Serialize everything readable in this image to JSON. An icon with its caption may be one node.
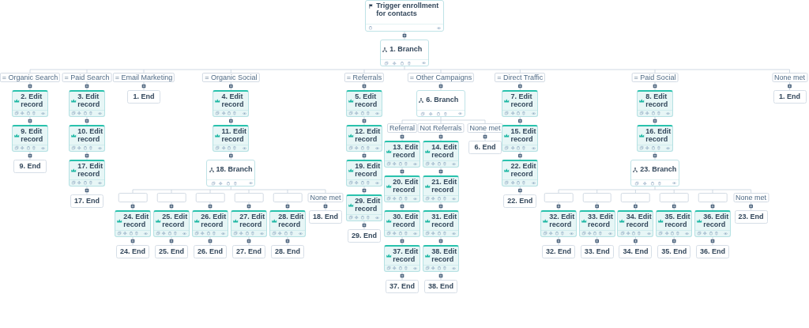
{
  "diagram": {
    "nodes": [
      {
        "text": [
          "Trigger enrollment for contacts"
        ]
      },
      {
        "text": [
          "1. Branch"
        ]
      },
      {
        "text": [
          "= Organic Search"
        ]
      },
      {
        "text": [
          "= Paid Search"
        ]
      },
      {
        "text": [
          "= Email Marketing"
        ]
      },
      {
        "text": [
          "= Organic Social"
        ]
      },
      {
        "text": [
          "= Referrals"
        ]
      },
      {
        "text": [
          "= Other Campaigns"
        ]
      },
      {
        "text": [
          "= Direct Traffic"
        ]
      },
      {
        "text": [
          "= Paid Social"
        ]
      },
      {
        "text": [
          "None met"
        ]
      },
      {
        "text": [
          "2. Edit record"
        ]
      },
      {
        "text": [
          "3. Edit record"
        ]
      },
      {
        "text": [
          "1. End"
        ]
      },
      {
        "text": [
          "4. Edit record"
        ]
      },
      {
        "text": [
          "5. Edit record"
        ]
      },
      {
        "text": [
          "6. Branch"
        ]
      },
      {
        "text": [
          "7. Edit record"
        ]
      },
      {
        "text": [
          "8. Edit record"
        ]
      },
      {
        "text": [
          "1. End"
        ]
      },
      {
        "text": [
          "Referral"
        ]
      },
      {
        "text": [
          "Not Referrals"
        ]
      },
      {
        "text": [
          "None met"
        ]
      },
      {
        "text": [
          "9. Edit record"
        ]
      },
      {
        "text": [
          "10. Edit record"
        ]
      },
      {
        "text": [
          "11. Edit record"
        ]
      },
      {
        "text": [
          "12. Edit record"
        ]
      },
      {
        "text": [
          "15. Edit record"
        ]
      },
      {
        "text": [
          "16. Edit record"
        ]
      },
      {
        "text": [
          "13. Edit record"
        ]
      },
      {
        "text": [
          "14. Edit record"
        ]
      },
      {
        "text": [
          "6. End"
        ]
      },
      {
        "text": [
          "9. End"
        ]
      },
      {
        "text": [
          "17. Edit record"
        ]
      },
      {
        "text": [
          "18. Branch"
        ]
      },
      {
        "text": [
          "19. Edit record"
        ]
      },
      {
        "text": [
          "22. Edit record"
        ]
      },
      {
        "text": [
          "23. Branch"
        ]
      },
      {
        "text": [
          "20. Edit record"
        ]
      },
      {
        "text": [
          "21. Edit record"
        ]
      },
      {
        "text": [],
        "shape": "box"
      },
      {
        "text": [],
        "shape": "box"
      },
      {
        "text": [],
        "shape": "box"
      },
      {
        "text": [],
        "shape": "box"
      },
      {
        "text": [],
        "shape": "box"
      },
      {
        "text": [
          "None met"
        ]
      },
      {
        "text": [],
        "shape": "box"
      },
      {
        "text": [],
        "shape": "box"
      },
      {
        "text": [],
        "shape": "box"
      },
      {
        "text": [],
        "shape": "box"
      },
      {
        "text": [],
        "shape": "box"
      },
      {
        "text": [
          "None met"
        ]
      },
      {
        "text": [
          "17. End"
        ]
      },
      {
        "text": [
          "29. Edit record"
        ]
      },
      {
        "text": [
          "22. End"
        ]
      },
      {
        "text": [
          "24. Edit record"
        ]
      },
      {
        "text": [
          "25. Edit record"
        ]
      },
      {
        "text": [
          "26. Edit record"
        ]
      },
      {
        "text": [
          "27. Edit record"
        ]
      },
      {
        "text": [
          "28. Edit record"
        ]
      },
      {
        "text": [
          "18. End"
        ]
      },
      {
        "text": [
          "30. Edit record"
        ]
      },
      {
        "text": [
          "31. Edit record"
        ]
      },
      {
        "text": [
          "32. Edit record"
        ]
      },
      {
        "text": [
          "33. Edit record"
        ]
      },
      {
        "text": [
          "34. Edit record"
        ]
      },
      {
        "text": [
          "35. Edit record"
        ]
      },
      {
        "text": [
          "36. Edit record"
        ]
      },
      {
        "text": [
          "23. End"
        ]
      },
      {
        "text": [
          "29. End"
        ]
      },
      {
        "text": [
          "24. End"
        ]
      },
      {
        "text": [
          "25. End"
        ]
      },
      {
        "text": [
          "26. End"
        ]
      },
      {
        "text": [
          "27. End"
        ]
      },
      {
        "text": [
          "28. End"
        ]
      },
      {
        "text": [
          "37. Edit record"
        ]
      },
      {
        "text": [
          "38. Edit record"
        ]
      },
      {
        "text": [
          "32. End"
        ]
      },
      {
        "text": [
          "33. End"
        ]
      },
      {
        "text": [
          "34. End"
        ]
      },
      {
        "text": [
          "35. End"
        ]
      },
      {
        "text": [
          "36. End"
        ]
      },
      {
        "text": [
          "37. End"
        ]
      },
      {
        "text": [
          "38. End"
        ]
      }
    ],
    "edges": [
      {
        "from": 0,
        "to": 1,
        "arrow": "none"
      },
      {
        "from": 1,
        "to": 2,
        "arrow": "none"
      },
      {
        "from": 1,
        "to": 3,
        "arrow": "none"
      },
      {
        "from": 1,
        "to": 4,
        "arrow": "none"
      },
      {
        "from": 1,
        "to": 5,
        "arrow": "none"
      },
      {
        "from": 1,
        "to": 6,
        "arrow": "none"
      },
      {
        "from": 1,
        "to": 7,
        "arrow": "none"
      },
      {
        "from": 1,
        "to": 8,
        "arrow": "none"
      },
      {
        "from": 1,
        "to": 9,
        "arrow": "none"
      },
      {
        "from": 1,
        "to": 10,
        "arrow": "none"
      },
      {
        "from": 2,
        "to": 11,
        "arrow": "none"
      },
      {
        "from": 3,
        "to": 12,
        "arrow": "none"
      },
      {
        "from": 4,
        "to": 13,
        "arrow": "none"
      },
      {
        "from": 5,
        "to": 14,
        "arrow": "none"
      },
      {
        "from": 6,
        "to": 15,
        "arrow": "none"
      },
      {
        "from": 7,
        "to": 16,
        "arrow": "none"
      },
      {
        "from": 8,
        "to": 17,
        "arrow": "none"
      },
      {
        "from": 9,
        "to": 18,
        "arrow": "none"
      },
      {
        "from": 10,
        "to": 19,
        "arrow": "none"
      },
      {
        "from": 16,
        "to": 20,
        "arrow": "none"
      },
      {
        "from": 16,
        "to": 21,
        "arrow": "none"
      },
      {
        "from": 16,
        "to": 22,
        "arrow": "none"
      },
      {
        "from": 11,
        "to": 23,
        "arrow": "none"
      },
      {
        "from": 12,
        "to": 24,
        "arrow": "none"
      },
      {
        "from": 14,
        "to": 25,
        "arrow": "none"
      },
      {
        "from": 15,
        "to": 26,
        "arrow": "none"
      },
      {
        "from": 17,
        "to": 27,
        "arrow": "none"
      },
      {
        "from": 18,
        "to": 28,
        "arrow": "none"
      },
      {
        "from": 20,
        "to": 29,
        "arrow": "none"
      },
      {
        "from": 21,
        "to": 30,
        "arrow": "none"
      },
      {
        "from": 22,
        "to": 31,
        "arrow": "none"
      },
      {
        "from": 23,
        "to": 32,
        "arrow": "none"
      },
      {
        "from": 24,
        "to": 33,
        "arrow": "none"
      },
      {
        "from": 25,
        "to": 34,
        "arrow": "none"
      },
      {
        "from": 26,
        "to": 35,
        "arrow": "none"
      },
      {
        "from": 27,
        "to": 36,
        "arrow": "none"
      },
      {
        "from": 28,
        "to": 37,
        "arrow": "none"
      },
      {
        "from": 29,
        "to": 38,
        "arrow": "none"
      },
      {
        "from": 30,
        "to": 39,
        "arrow": "none"
      },
      {
        "from": 34,
        "to": 40,
        "arrow": "none"
      },
      {
        "from": 34,
        "to": 41,
        "arrow": "none"
      },
      {
        "from": 34,
        "to": 42,
        "arrow": "none"
      },
      {
        "from": 34,
        "to": 43,
        "arrow": "none"
      },
      {
        "from": 34,
        "to": 44,
        "arrow": "none"
      },
      {
        "from": 34,
        "to": 45,
        "arrow": "none"
      },
      {
        "from": 37,
        "to": 46,
        "arrow": "none"
      },
      {
        "from": 37,
        "to": 47,
        "arrow": "none"
      },
      {
        "from": 37,
        "to": 48,
        "arrow": "none"
      },
      {
        "from": 37,
        "to": 49,
        "arrow": "none"
      },
      {
        "from": 37,
        "to": 50,
        "arrow": "none"
      },
      {
        "from": 37,
        "to": 51,
        "arrow": "none"
      },
      {
        "from": 33,
        "to": 52,
        "arrow": "none"
      },
      {
        "from": 35,
        "to": 53,
        "arrow": "none"
      },
      {
        "from": 36,
        "to": 54,
        "arrow": "none"
      },
      {
        "from": 40,
        "to": 55,
        "arrow": "none"
      },
      {
        "from": 41,
        "to": 56,
        "arrow": "none"
      },
      {
        "from": 42,
        "to": 57,
        "arrow": "none"
      },
      {
        "from": 43,
        "to": 58,
        "arrow": "none"
      },
      {
        "from": 44,
        "to": 59,
        "arrow": "none"
      },
      {
        "from": 45,
        "to": 60,
        "arrow": "none"
      },
      {
        "from": 38,
        "to": 61,
        "arrow": "none"
      },
      {
        "from": 39,
        "to": 62,
        "arrow": "none"
      },
      {
        "from": 46,
        "to": 63,
        "arrow": "none"
      },
      {
        "from": 47,
        "to": 64,
        "arrow": "none"
      },
      {
        "from": 48,
        "to": 65,
        "arrow": "none"
      },
      {
        "from": 49,
        "to": 66,
        "arrow": "none"
      },
      {
        "from": 50,
        "to": 67,
        "arrow": "none"
      },
      {
        "from": 51,
        "to": 68,
        "arrow": "none"
      },
      {
        "from": 53,
        "to": 69,
        "arrow": "none"
      },
      {
        "from": 55,
        "to": 70,
        "arrow": "none"
      },
      {
        "from": 56,
        "to": 71,
        "arrow": "none"
      },
      {
        "from": 57,
        "to": 72,
        "arrow": "none"
      },
      {
        "from": 58,
        "to": 73,
        "arrow": "none"
      },
      {
        "from": 59,
        "to": 74,
        "arrow": "none"
      },
      {
        "from": 61,
        "to": 75,
        "arrow": "none"
      },
      {
        "from": 62,
        "to": 76,
        "arrow": "none"
      },
      {
        "from": 63,
        "to": 77,
        "arrow": "none"
      },
      {
        "from": 64,
        "to": 78,
        "arrow": "none"
      },
      {
        "from": 65,
        "to": 79,
        "arrow": "none"
      },
      {
        "from": 66,
        "to": 80,
        "arrow": "none"
      },
      {
        "from": 67,
        "to": 81,
        "arrow": "none"
      },
      {
        "from": 75,
        "to": 82,
        "arrow": "none"
      },
      {
        "from": 76,
        "to": 83,
        "arrow": "none"
      }
    ]
  }
}
